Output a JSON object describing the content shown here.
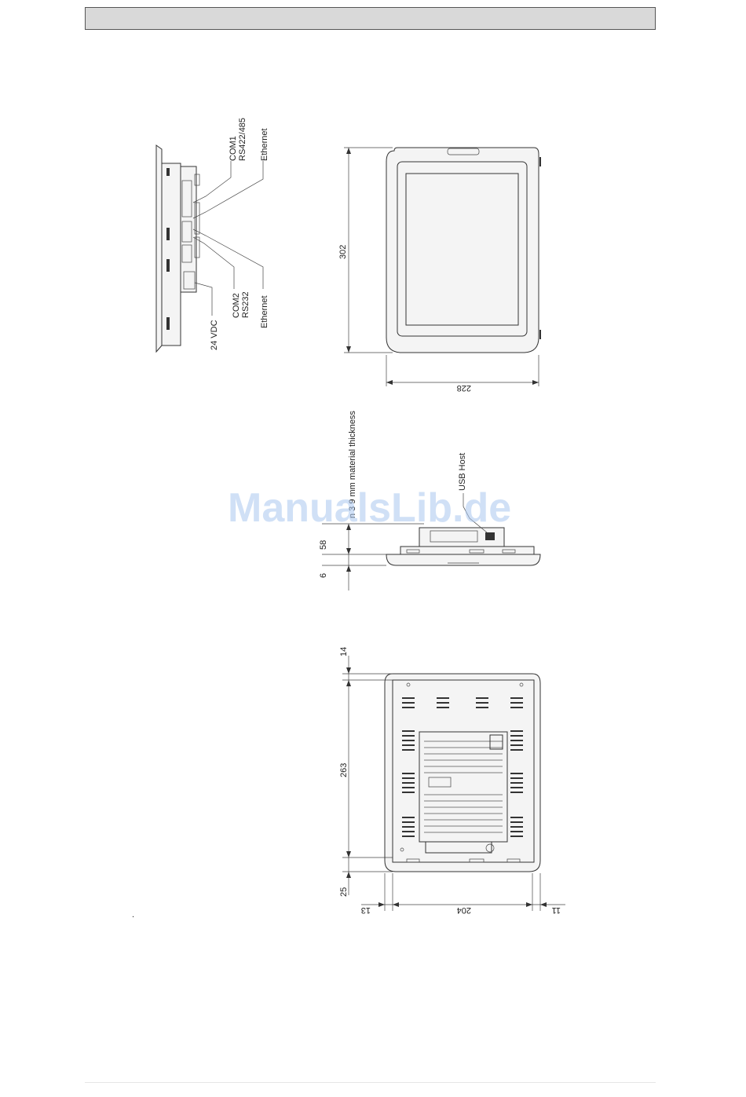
{
  "side_view": {
    "com1_label": "COM1",
    "com1_standard": "RS422/485",
    "ethernet_top_label": "Ethernet",
    "com2_label": "COM2",
    "com2_standard": "RS232",
    "ethernet_bottom_label": "Ethernet",
    "power_label": "24 VDC"
  },
  "front_view": {
    "height_dim": "302",
    "width_dim": "228"
  },
  "top_view": {
    "panel_note": "n 3  9 mm material thickness",
    "usb_label": "USB Host",
    "depth_dim": "58",
    "front_thickness_dim": "6"
  },
  "back_view": {
    "top_margin_dim": "14",
    "cutout_height_dim": "263",
    "bottom_margin_dim": "25",
    "left_margin_dim": "13",
    "cutout_width_dim": "204",
    "right_margin_dim": "11"
  },
  "watermark": "ManualsLib.de",
  "stray_mark": "."
}
